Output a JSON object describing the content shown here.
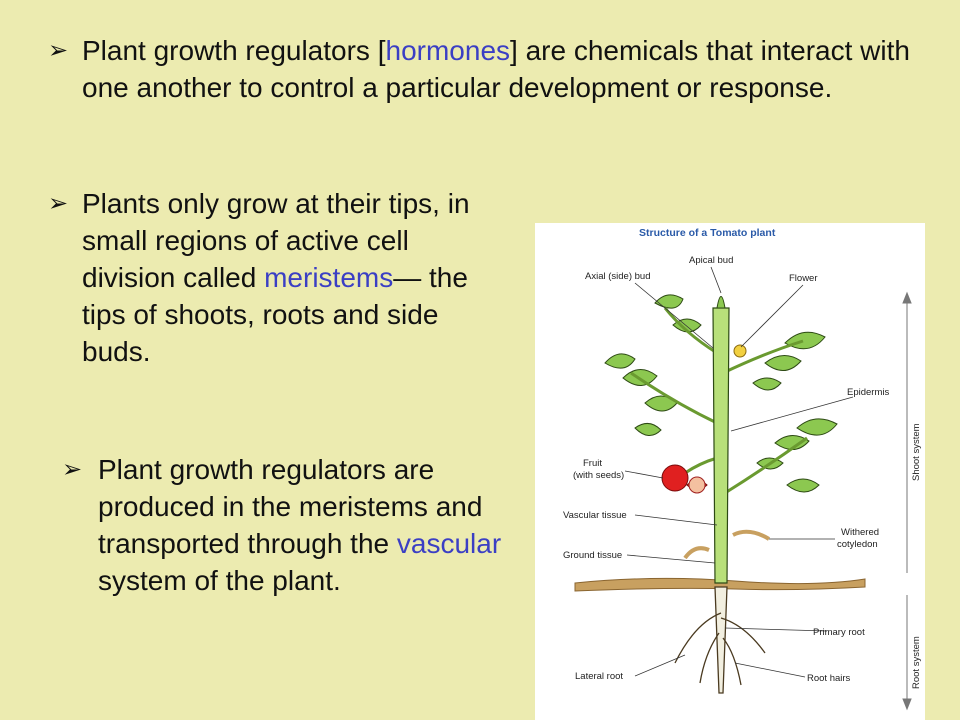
{
  "bullets": [
    {
      "arrow": "➢",
      "parts": [
        {
          "text": "Plant growth regulators [",
          "hl": false
        },
        {
          "text": "hormones",
          "hl": true
        },
        {
          "text": "] are chemicals that interact with one another to control a particular development or response.",
          "hl": false
        }
      ]
    },
    {
      "arrow": "➢",
      "parts": [
        {
          "text": "Plants only grow at their tips, in small regions of active cell division called ",
          "hl": false
        },
        {
          "text": "meristems",
          "hl": true
        },
        {
          "text": "— the tips of shoots, roots and side buds.",
          "hl": false
        }
      ]
    },
    {
      "arrow": "➢",
      "parts": [
        {
          "text": "Plant growth regulators are produced in the meristems and transported through the ",
          "hl": false
        },
        {
          "text": "vascular",
          "hl": true
        },
        {
          "text": " system of the plant.",
          "hl": false
        }
      ]
    }
  ],
  "figure": {
    "title": "Structure of a Tomato plant",
    "labels": {
      "apical_bud": "Apical bud",
      "axial_bud": "Axial (side) bud",
      "flower": "Flower",
      "epidermis": "Epidermis",
      "fruit_1": "Fruit",
      "fruit_2": "(with seeds)",
      "vascular_tissue": "Vascular tissue",
      "withered_1": "Withered",
      "withered_2": "cotyledon",
      "ground_tissue": "Ground tissue",
      "primary_root": "Primary root",
      "lateral_root": "Lateral root",
      "root_hairs": "Root hairs",
      "shoot_system": "Shoot system",
      "root_system": "Root system"
    },
    "colors": {
      "stem": "#b8e07a",
      "leaf": "#8cc850",
      "soil": "#c8a060",
      "fruit": "#e02020",
      "highlight": "#3b3fc4"
    }
  }
}
